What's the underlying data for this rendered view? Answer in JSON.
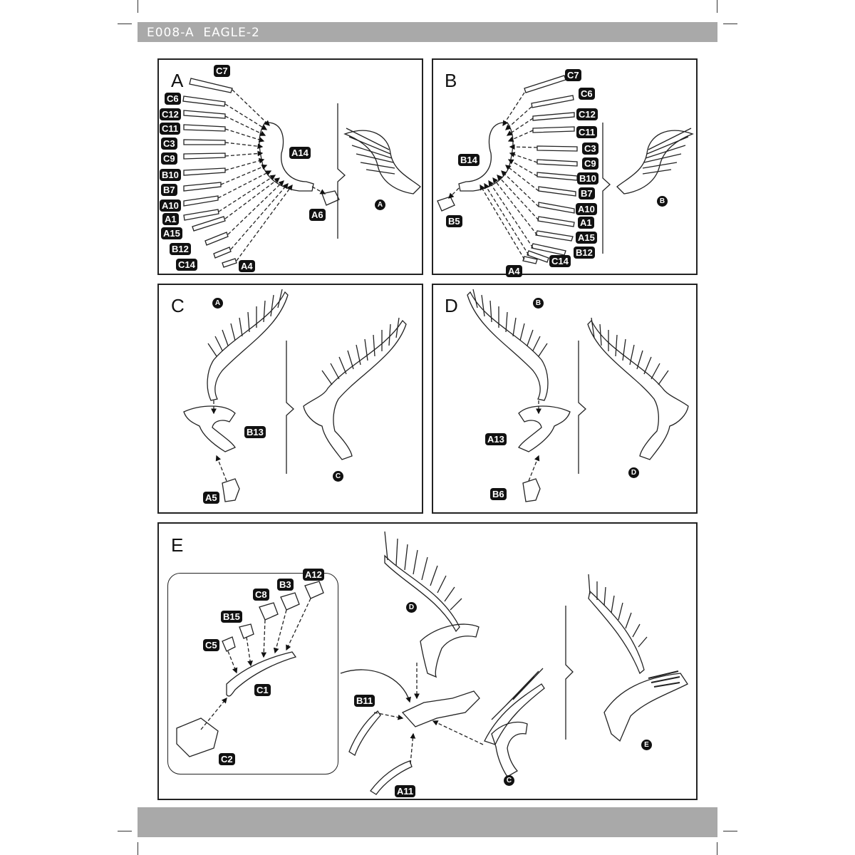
{
  "header": {
    "code": "E008-A",
    "title": "EAGLE-2"
  },
  "panels": {
    "A": {
      "letter": "A",
      "left_parts": [
        "C7",
        "C6",
        "C12",
        "C11",
        "C3",
        "C9",
        "B10",
        "B7",
        "A10",
        "A1",
        "A15",
        "B12",
        "C14",
        "A4"
      ],
      "center_part": "A14",
      "side_part": "A6",
      "result": "A"
    },
    "B": {
      "letter": "B",
      "right_parts": [
        "C7",
        "C6",
        "C12",
        "C11",
        "C3",
        "C9",
        "B10",
        "B7",
        "A10",
        "A1",
        "A15",
        "B12",
        "C14",
        "A4"
      ],
      "center_part": "B14",
      "side_part": "B5",
      "result": "B"
    },
    "C": {
      "letter": "C",
      "input": "A",
      "body_part": "B13",
      "base_part": "A5",
      "result": "C"
    },
    "D": {
      "letter": "D",
      "input": "B",
      "body_part": "A13",
      "base_part": "B6",
      "result": "D"
    },
    "E": {
      "letter": "E",
      "inset_parts": [
        "A12",
        "B3",
        "C8",
        "B15",
        "C5",
        "C1",
        "C2"
      ],
      "parts": [
        "B11",
        "A11"
      ],
      "inputs": [
        "D",
        "C"
      ],
      "result": "E"
    }
  },
  "colors": {
    "bar": "#a9a9a9",
    "ink": "#111111"
  }
}
